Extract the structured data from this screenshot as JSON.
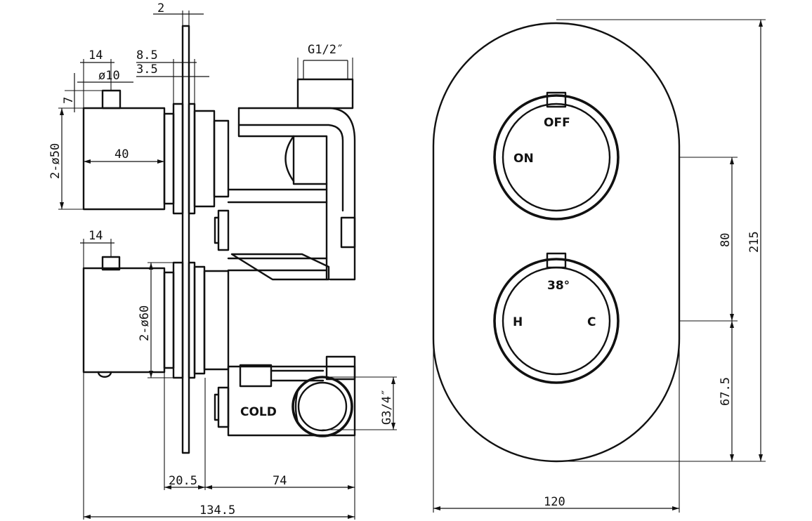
{
  "dimensions": {
    "top_gap": "2",
    "knob_offset_top": "14",
    "flange_a": "8.5",
    "flange_b": "3.5",
    "pin_diameter": "ø10",
    "pin_height": "7",
    "handle_diameter_top": "2-ø50",
    "handle_length": "40",
    "outlet_thread": "G1/2″",
    "knob_offset_bottom": "14",
    "body_diameter": "2-ø60",
    "inlet_thread": "G3/4″",
    "depth_a": "20.5",
    "depth_b": "74",
    "total_depth": "134.5",
    "plate_height": "215",
    "handle_spacing": "80",
    "handle_bottom_offset": "67.5",
    "plate_width": "120"
  },
  "labels": {
    "off": "OFF",
    "on": "ON",
    "temp": "38°",
    "hot": "H",
    "cold_short": "C",
    "cold_inlet": "COLD"
  }
}
